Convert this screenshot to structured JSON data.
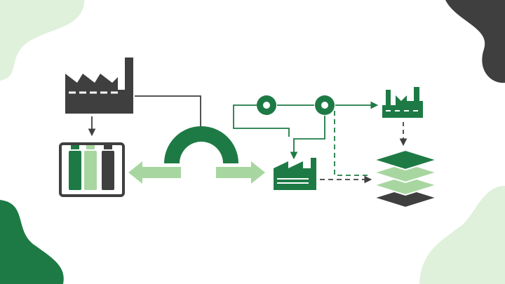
{
  "colors": {
    "background": "#ffffff",
    "dark_gray": "#3f3f3f",
    "green_dark": "#1e7a45",
    "green_light": "#a8d6a0",
    "green_pale": "#dff0db",
    "arrow_line": "#3f3f3f"
  },
  "icons": [
    "large-factory-icon",
    "battery-pack-icon",
    "arch-icon",
    "double-arrow-icon",
    "reel-icon",
    "small-factory-icon",
    "recycling-plant-icon",
    "layer-stack-icon"
  ],
  "battery_cells": [
    "green_dark",
    "green_light",
    "dark_gray"
  ],
  "stack_layers": [
    "green_dark",
    "green_light",
    "green_light",
    "dark_gray"
  ]
}
